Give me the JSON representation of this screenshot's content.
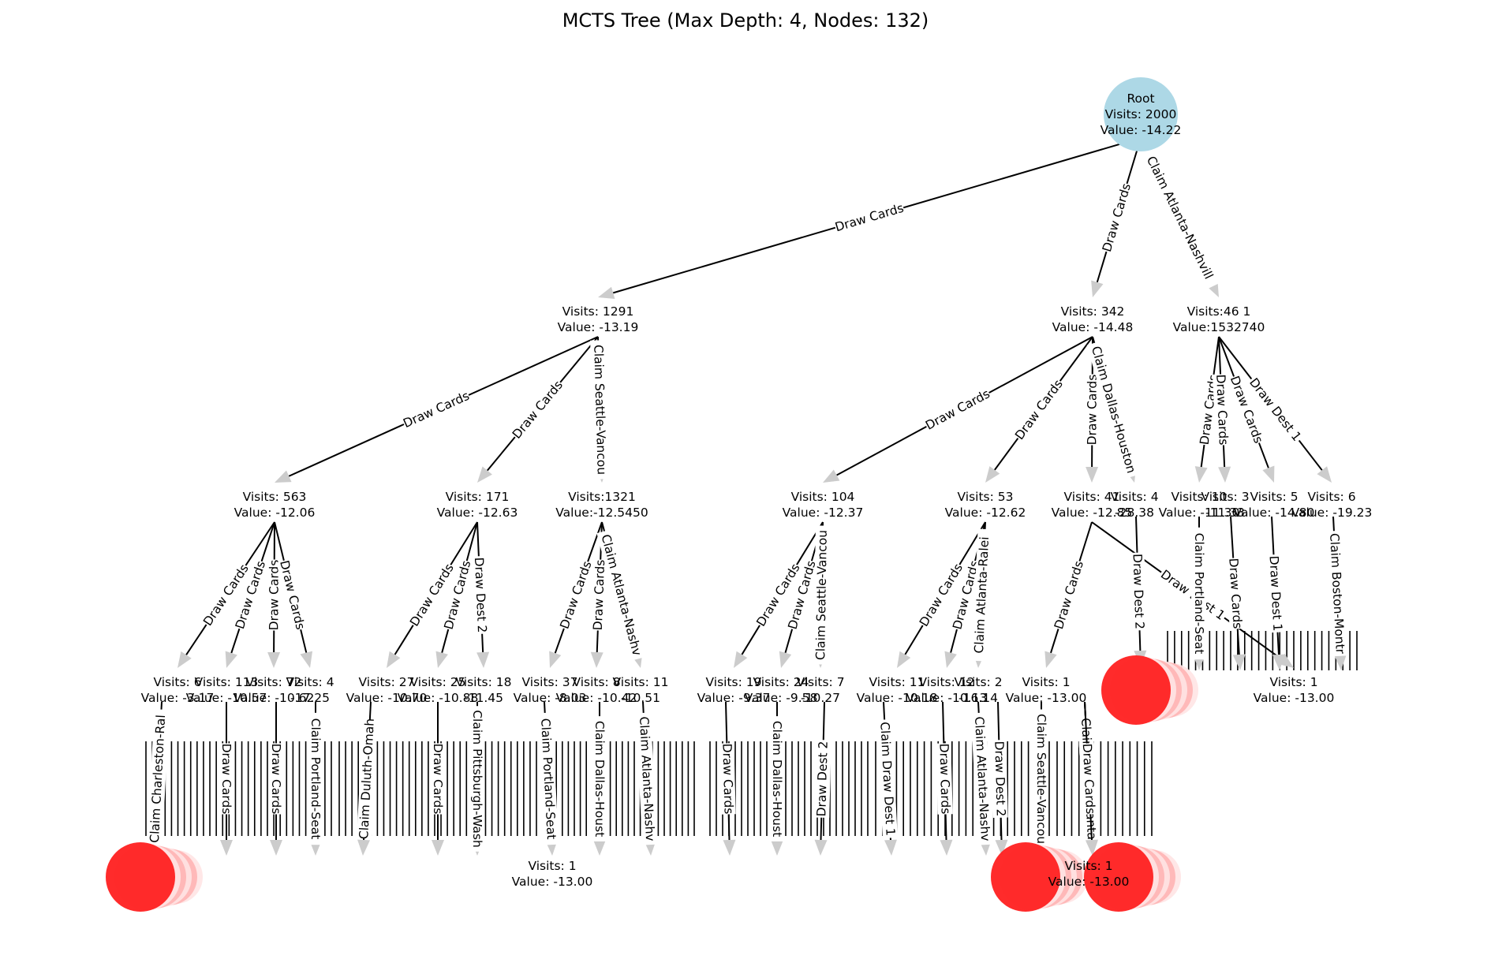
{
  "title": "MCTS Tree (Max Depth: 4, Nodes: 132)",
  "colors": {
    "root_fill": "#add8e6",
    "terminal_fill": "#ff2020",
    "edge": "#000000",
    "arrow": "#cccccc",
    "background": "#ffffff"
  },
  "nodes": [
    {
      "id": "root",
      "lines": [
        "Root",
        "Visits: 2000",
        "Value: -14.22"
      ],
      "kind": "root"
    },
    {
      "id": "n1",
      "lines": [
        "Visits: 1291",
        "Value: -13.19"
      ]
    },
    {
      "id": "n2",
      "lines": [
        "Visits: 342",
        "Value: -14.48"
      ]
    },
    {
      "id": "n3",
      "lines": [
        "Visits:46 1",
        "Value:1532740"
      ]
    },
    {
      "id": "n11",
      "lines": [
        "Visits: 563",
        "Value: -12.06"
      ]
    },
    {
      "id": "n12",
      "lines": [
        "Visits: 171",
        "Value: -12.63"
      ]
    },
    {
      "id": "n13",
      "lines": [
        "Visits:1321",
        "Value:-12.5450"
      ]
    },
    {
      "id": "n21",
      "lines": [
        "Visits: 104",
        "Value: -12.37"
      ]
    },
    {
      "id": "n22",
      "lines": [
        "Visits: 53",
        "Value: -12.62"
      ]
    },
    {
      "id": "n23",
      "lines": [
        "Visits: 41",
        "Value: -12.85"
      ]
    },
    {
      "id": "n24",
      "lines": [
        "Visits: 4",
        "-28.38"
      ]
    },
    {
      "id": "n31",
      "lines": [
        "Visits: 10",
        "Value: -11.30"
      ]
    },
    {
      "id": "n32",
      "lines": [
        "Visits: 3",
        "-11.33"
      ]
    },
    {
      "id": "n33",
      "lines": [
        "Visits: 5",
        "Value: -14.80"
      ]
    },
    {
      "id": "n34",
      "lines": [
        "Visits: 6",
        "Value: -19.23"
      ]
    },
    {
      "id": "d4a",
      "lines": [
        "Visits: 6",
        "Value: -3.17"
      ]
    },
    {
      "id": "d4b",
      "lines": [
        "Visits: 113",
        "Value: -10.57"
      ]
    },
    {
      "id": "d4c",
      "lines": [
        "Visits: 72",
        "Value: -10.62"
      ]
    },
    {
      "id": "d4d",
      "lines": [
        "Visits: 4",
        "-17.25"
      ]
    },
    {
      "id": "d4e",
      "lines": [
        "Visits: 27",
        "Value: -10.70"
      ]
    },
    {
      "id": "d4f",
      "lines": [
        "Visits: 25",
        "Value: -10.88"
      ]
    },
    {
      "id": "d4g",
      "lines": [
        "Visits: 18",
        "-11.45"
      ]
    },
    {
      "id": "d4h",
      "lines": [
        "Visits: 37",
        "Value: -8.03"
      ]
    },
    {
      "id": "d4i",
      "lines": [
        "Visits: 8",
        "Value: -10.42"
      ]
    },
    {
      "id": "d4j",
      "lines": [
        "Visits: 11",
        "-10.51"
      ]
    },
    {
      "id": "d4k",
      "lines": [
        "Visits: 19",
        "Value: -9.37"
      ]
    },
    {
      "id": "d4l",
      "lines": [
        "Visits: 24",
        "Value: -9.58"
      ]
    },
    {
      "id": "d4m",
      "lines": [
        "Visits: 7",
        "-10.27"
      ]
    },
    {
      "id": "d4n",
      "lines": [
        "Visits: 11",
        "Value: -10.18"
      ]
    },
    {
      "id": "d4o",
      "lines": [
        "Visits: 12",
        "Value: -10.13"
      ]
    },
    {
      "id": "d4p",
      "lines": [
        "Visits: 2",
        "-16.14"
      ]
    },
    {
      "id": "d4q",
      "lines": [
        "Visits: 1",
        "Value: -13.00"
      ]
    },
    {
      "id": "d4r",
      "lines": [
        "Visits: 1",
        "Value: -13.00"
      ]
    },
    {
      "id": "d5a",
      "lines": [
        "Visits: 1",
        "Value: -13.00"
      ]
    },
    {
      "id": "d5b",
      "lines": [
        "Visits: 1",
        "Value: -13.00"
      ]
    }
  ],
  "edges": [
    {
      "from": "root",
      "to": "n1",
      "label": "Draw Cards"
    },
    {
      "from": "root",
      "to": "n2",
      "label": "Draw Cards"
    },
    {
      "from": "root",
      "to": "n3",
      "label": "Claim Atlanta-Nashvill"
    },
    {
      "from": "n1",
      "to": "n11",
      "label": "Draw Cards"
    },
    {
      "from": "n1",
      "to": "n12",
      "label": "Draw Cards"
    },
    {
      "from": "n1",
      "to": "n13",
      "label": "Claim Seattle-Vancou"
    },
    {
      "from": "n2",
      "to": "n21",
      "label": "Draw Cards"
    },
    {
      "from": "n2",
      "to": "n22",
      "label": "Draw Cards"
    },
    {
      "from": "n2",
      "to": "n23",
      "label": "Draw Cards"
    },
    {
      "from": "n2",
      "to": "n24",
      "label": "Claim Dallas-Houston"
    },
    {
      "from": "n3",
      "to": "n31",
      "label": "Draw Cards"
    },
    {
      "from": "n3",
      "to": "n32",
      "label": "Draw Cards"
    },
    {
      "from": "n3",
      "to": "n33",
      "label": "Draw Cards"
    },
    {
      "from": "n3",
      "to": "n34",
      "label": "Draw Dest 1"
    },
    {
      "from": "n11",
      "to": "d4a",
      "label": "Draw Cards"
    },
    {
      "from": "n11",
      "to": "d4b",
      "label": "Draw Cards"
    },
    {
      "from": "n11",
      "to": "d4c",
      "label": "Draw Cards"
    },
    {
      "from": "n11",
      "to": "d4d",
      "label": "Draw Cards"
    },
    {
      "from": "n12",
      "to": "d4e",
      "label": "Draw Cards"
    },
    {
      "from": "n12",
      "to": "d4f",
      "label": "Draw Cards"
    },
    {
      "from": "n12",
      "to": "d4g",
      "label": "Draw Dest 2"
    },
    {
      "from": "n13",
      "to": "d4h",
      "label": "Draw Cards"
    },
    {
      "from": "n13",
      "to": "d4i",
      "label": "Draw Cards"
    },
    {
      "from": "n13",
      "to": "d4j",
      "label": "Claim Atlanta-Nashv"
    },
    {
      "from": "n21",
      "to": "d4k",
      "label": "Draw Cards"
    },
    {
      "from": "n21",
      "to": "d4l",
      "label": "Draw Cards"
    },
    {
      "from": "n21",
      "to": "d4m",
      "label": "Claim Seattle-Vancou"
    },
    {
      "from": "n22",
      "to": "d4n",
      "label": "Draw Cards"
    },
    {
      "from": "n22",
      "to": "d4o",
      "label": "Draw Cards"
    },
    {
      "from": "n22",
      "to": "d4p",
      "label": "Claim Atlanta-Ralei"
    },
    {
      "from": "n23",
      "to": "d4q",
      "label": "Draw Cards"
    },
    {
      "from": "n23",
      "to": "d4r",
      "label": "Draw Dest 1"
    },
    {
      "from": "n24",
      "to": "d5b",
      "label": "Draw Dest 2"
    },
    {
      "from": "n31",
      "to": "d4r",
      "label": "Claim Portland-Seat"
    },
    {
      "from": "n32",
      "to": "d4r",
      "label": "Draw Cards"
    },
    {
      "from": "n33",
      "to": "d4r",
      "label": "Draw Dest 1"
    },
    {
      "from": "n34",
      "to": "d4r",
      "label": "Claim Boston-Montr"
    },
    {
      "from": "d4a",
      "to": "d5a",
      "label": "Claim Charleston-Ral"
    },
    {
      "from": "d4b",
      "to": "d5a",
      "label": "Draw Cards"
    },
    {
      "from": "d4c",
      "to": "d5a",
      "label": "Draw Cards"
    },
    {
      "from": "d4d",
      "to": "d5a",
      "label": "Claim Portland-Seat"
    },
    {
      "from": "d4e",
      "to": "d5a",
      "label": "Claim Duluth-Omah"
    },
    {
      "from": "d4f",
      "to": "d5a",
      "label": "Draw Cards"
    },
    {
      "from": "d4g",
      "to": "d5a",
      "label": "Claim Pittsburgh-Wash"
    },
    {
      "from": "d4h",
      "to": "d5a",
      "label": "Claim Portland-Seat"
    },
    {
      "from": "d4i",
      "to": "d5a",
      "label": "Claim Dallas-Houst"
    },
    {
      "from": "d4j",
      "to": "d5a",
      "label": "Claim Atlanta-Nashv"
    },
    {
      "from": "d4k",
      "to": "d5a",
      "label": "Draw Cards"
    },
    {
      "from": "d4l",
      "to": "d5a",
      "label": "Claim Dallas-Houst"
    },
    {
      "from": "d4m",
      "to": "d5a",
      "label": "Draw Dest 2"
    },
    {
      "from": "d4n",
      "to": "d5a",
      "label": "Claim Draw Dest 1"
    },
    {
      "from": "d4o",
      "to": "d5a",
      "label": "Draw Cards"
    },
    {
      "from": "d4o",
      "to": "d5b",
      "label": "Claim Atlanta-Nashv"
    },
    {
      "from": "d4p",
      "to": "d5b",
      "label": "Draw Dest 2"
    },
    {
      "from": "d4q",
      "to": "d5b",
      "label": "Claim Seattle-Vancou"
    },
    {
      "from": "d4r",
      "to": "d5b",
      "label": "Draw Dest 1"
    },
    {
      "from": "d4r",
      "to": "d5b",
      "label": "Claim Denver-Santa"
    },
    {
      "from": "d4r",
      "to": "d5b",
      "label": "Draw Cards"
    }
  ]
}
